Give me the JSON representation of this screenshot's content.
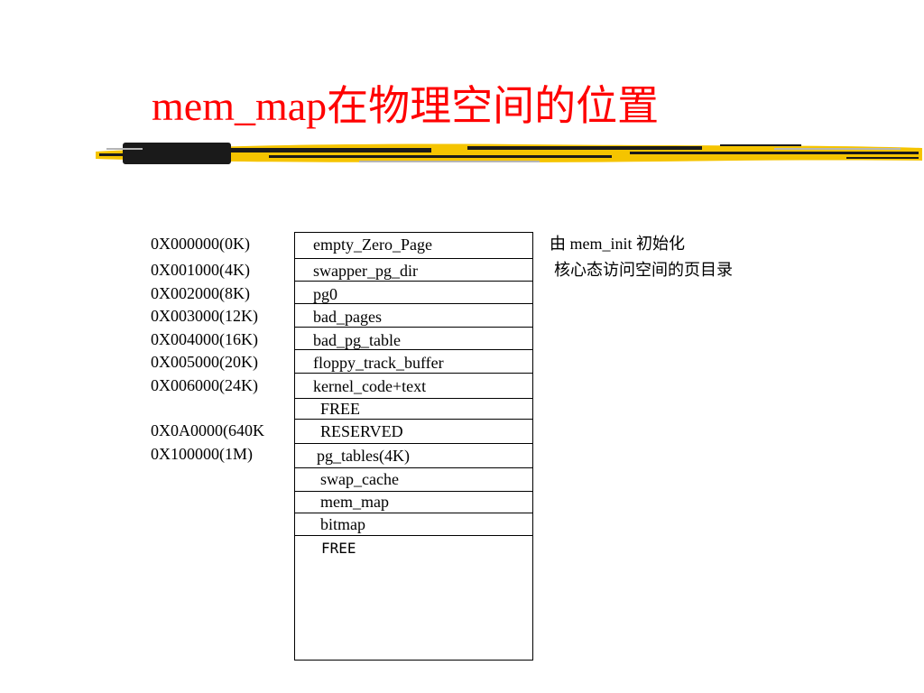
{
  "slide": {
    "title": "mem_map在物理空间的位置",
    "title_color": "#ff0000",
    "accent_color": "#f5c400"
  },
  "addresses": [
    "0X000000(0K)",
    "0X001000(4K)",
    "0X002000(8K)",
    "0X003000(12K)",
    "0X004000(16K)",
    "0X005000(20K)",
    "0X006000(24K)",
    "0X0A0000(640K",
    "0X100000(1M)"
  ],
  "segments": [
    "empty_Zero_Page",
    "swapper_pg_dir",
    "pg0",
    "bad_pages",
    "bad_pg_table",
    "floppy_track_buffer",
    "kernel_code+text",
    "FREE",
    "RESERVED",
    "pg_tables(4K)",
    "swap_cache",
    "mem_map",
    "bitmap",
    "FREE"
  ],
  "notes": [
    "由 mem_init 初始化",
    "核心态访问空间的页目录"
  ]
}
